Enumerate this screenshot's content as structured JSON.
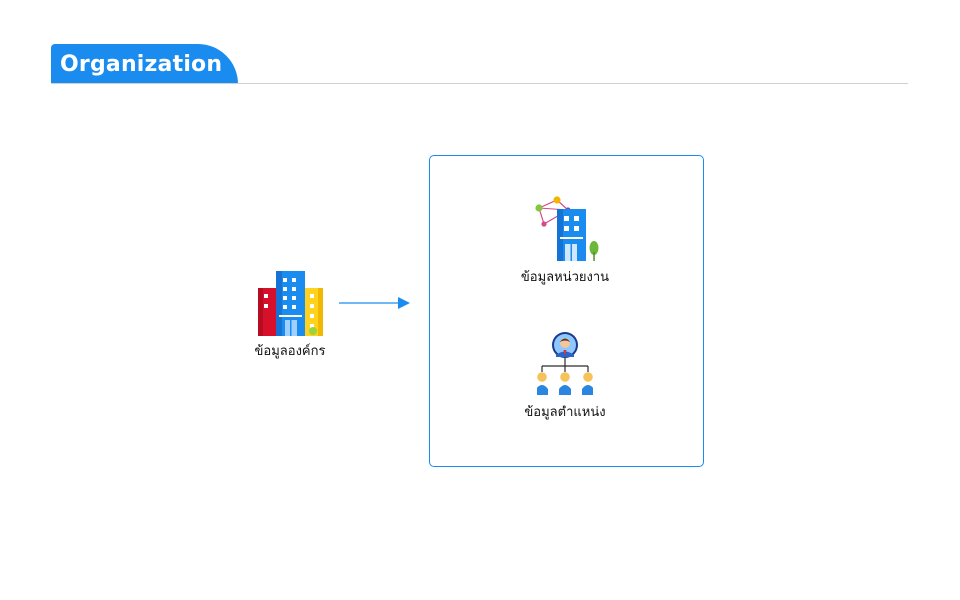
{
  "header": {
    "title": "Organization",
    "accent_color": "#1a8cf0"
  },
  "diagram": {
    "organization_node": {
      "label": "ข้อมูลองค์กร",
      "icon": "office-buildings-icon"
    },
    "group": {
      "nodes": [
        {
          "label": "ข้อมูลหน่วยงาน",
          "icon": "department-building-icon"
        },
        {
          "label": "ข้อมูลตำแหน่ง",
          "icon": "org-hierarchy-icon"
        }
      ]
    }
  }
}
